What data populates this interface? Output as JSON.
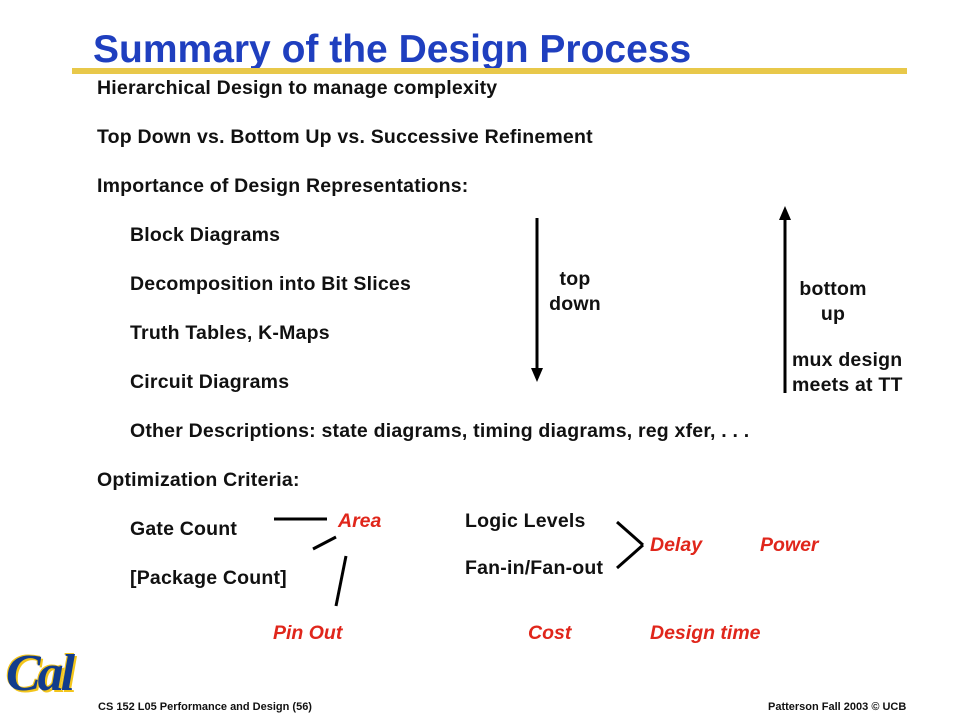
{
  "slide": {
    "title": "Summary of the Design Process",
    "items": [
      "Hierarchical Design to manage complexity",
      "Top Down vs. Bottom Up vs. Successive Refinement",
      "Importance of Design Representations:"
    ],
    "representations": [
      "Block Diagrams",
      "Decomposition into Bit Slices",
      "Truth Tables, K-Maps",
      "Circuit Diagrams",
      "Other Descriptions:  state diagrams, timing diagrams, reg xfer, . . ."
    ],
    "top_down": {
      "line1": "top",
      "line2": "down"
    },
    "bottom_up": {
      "line1": "bottom",
      "line2": "up"
    },
    "mux_note": {
      "line1": "mux design",
      "line2": "meets at TT"
    },
    "optimization": {
      "heading": "Optimization Criteria:",
      "gate_count": "Gate Count",
      "package_count": "[Package Count]",
      "logic_levels": "Logic Levels",
      "fan": "Fan-in/Fan-out",
      "area": "Area",
      "delay": "Delay",
      "power": "Power",
      "pin_out": "Pin Out",
      "cost": "Cost",
      "design_time": "Design time"
    },
    "footer": {
      "left": "CS 152 L05 Performance and Design (56)",
      "right": "Patterson Fall 2003 © UCB",
      "logo": "Cal"
    },
    "colors": {
      "title": "#1f3fbf",
      "accent_rule": "#e8c84a",
      "emphasis": "#e0261b",
      "logo": "#123c8c"
    }
  }
}
